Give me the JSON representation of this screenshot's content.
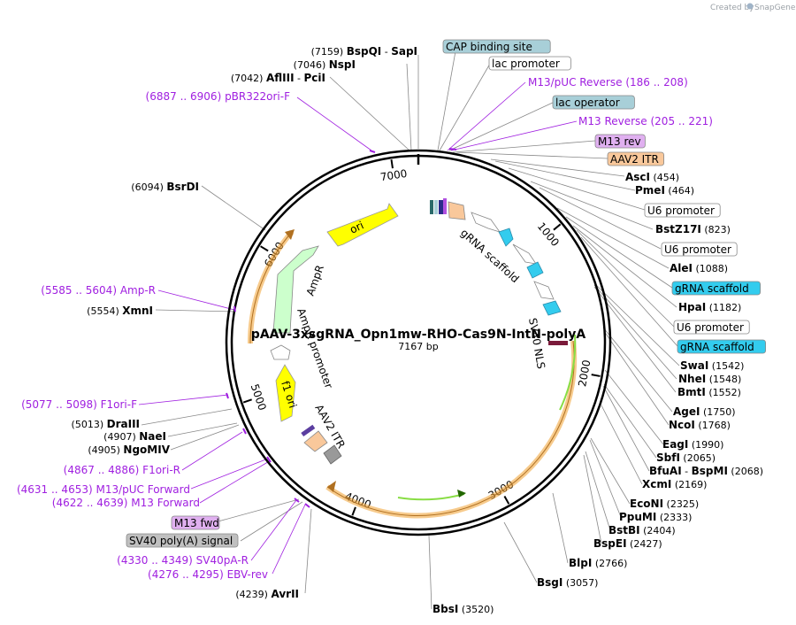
{
  "header": {
    "created_by": "Created by",
    "brand": "SnapGene"
  },
  "plasmid": {
    "name": "pAAV-3xsgRNA_Opn1mw-RHO-Cas9N-IntN-polyA",
    "length": "7167 bp"
  },
  "ticks": [
    "1000",
    "2000",
    "3000",
    "4000",
    "5000",
    "6000",
    "7000"
  ],
  "left_labels": [
    {
      "pos": "(7159)",
      "name": "BspQI",
      "sep": "-",
      "name2": "SapI"
    },
    {
      "pos": "(7046)",
      "name": "NspI"
    },
    {
      "pos": "(7042)",
      "name": "AflIII",
      "sep": "-",
      "name2": "PciI"
    },
    {
      "pos": "(6887 .. 6906)",
      "name": "pBR322ori-F",
      "primer": true
    },
    {
      "pos": "(6094)",
      "name": "BsrDI"
    },
    {
      "pos": "(5585 .. 5604)",
      "name": "Amp-R",
      "primer": true
    },
    {
      "pos": "(5554)",
      "name": "XmnI"
    },
    {
      "pos": "(5077 .. 5098)",
      "name": "F1ori-F",
      "primer": true
    },
    {
      "pos": "(5013)",
      "name": "DraIII"
    },
    {
      "pos": "(4907)",
      "name": "NaeI"
    },
    {
      "pos": "(4905)",
      "name": "NgoMIV"
    },
    {
      "pos": "(4867 .. 4886)",
      "name": "F1ori-R",
      "primer": true
    },
    {
      "pos": "(4631 .. 4653)",
      "name": "M13/pUC Forward",
      "primer": true
    },
    {
      "pos": "(4622 .. 4639)",
      "name": "M13 Forward",
      "primer": true
    },
    {
      "pos": "(4330 .. 4349)",
      "name": "SV40pA-R",
      "primer": true
    },
    {
      "pos": "(4276 .. 4295)",
      "name": "EBV-rev",
      "primer": true
    },
    {
      "pos": "(4239)",
      "name": "AvrII"
    }
  ],
  "left_boxes": [
    {
      "name": "M13 fwd",
      "fill": "#e0b0f0"
    },
    {
      "name": "SV40 poly(A) signal",
      "fill": "#c0c0c0"
    }
  ],
  "right_labels": [
    {
      "name": "CAP binding site",
      "box": "#a8cfd8"
    },
    {
      "name": "lac promoter",
      "box": "#ffffff"
    },
    {
      "name": "M13/pUC Reverse",
      "pos": "(186 .. 208)",
      "primer": true
    },
    {
      "name": "lac operator",
      "box": "#a8cfd8"
    },
    {
      "name": "M13 Reverse",
      "pos": "(205 .. 221)",
      "primer": true
    },
    {
      "name": "M13 rev",
      "box": "#e0b0f0"
    },
    {
      "name": "AAV2 ITR",
      "box": "#f9c89b"
    },
    {
      "name": "AscI",
      "pos": "(454)"
    },
    {
      "name": "PmeI",
      "pos": "(464)"
    },
    {
      "name": "U6 promoter",
      "box": "#ffffff"
    },
    {
      "name": "BstZ17I",
      "pos": "(823)"
    },
    {
      "name": "U6 promoter",
      "box": "#ffffff"
    },
    {
      "name": "AleI",
      "pos": "(1088)"
    },
    {
      "name": "gRNA scaffold",
      "box": "#33ccee"
    },
    {
      "name": "HpaI",
      "pos": "(1182)"
    },
    {
      "name": "U6 promoter",
      "box": "#ffffff"
    },
    {
      "name": "gRNA scaffold",
      "box": "#33ccee"
    },
    {
      "name": "SwaI",
      "pos": "(1542)"
    },
    {
      "name": "NheI",
      "pos": "(1548)"
    },
    {
      "name": "BmtI",
      "pos": "(1552)"
    },
    {
      "name": "AgeI",
      "pos": "(1750)"
    },
    {
      "name": "NcoI",
      "pos": "(1768)"
    },
    {
      "name": "EagI",
      "pos": "(1990)"
    },
    {
      "name": "SbfI",
      "pos": "(2065)"
    },
    {
      "name": "BfuAI",
      "sep": "-",
      "name2": "BspMI",
      "pos": "(2068)"
    },
    {
      "name": "XcmI",
      "pos": "(2169)"
    },
    {
      "name": "EcoNI",
      "pos": "(2325)"
    },
    {
      "name": "PpuMI",
      "pos": "(2333)"
    },
    {
      "name": "BstBI",
      "pos": "(2404)"
    },
    {
      "name": "BspEI",
      "pos": "(2427)"
    },
    {
      "name": "BlpI",
      "pos": "(2766)"
    },
    {
      "name": "BsgI",
      "pos": "(3057)"
    },
    {
      "name": "BbsI",
      "pos": "(3520)"
    }
  ],
  "features": {
    "ori": "ori",
    "ampr": "AmpR",
    "amp_promoter": "AmpR promoter",
    "f1_ori": "f1 ori",
    "aav2_itr": "AAV2 ITR",
    "grna_scaffold": "gRNA scaffold",
    "sv40_nls": "SV40 NLS"
  },
  "colors": {
    "primer": "#a020e0",
    "ori": "#ffff00",
    "ampr": "#ccffcc",
    "itr": "#f9c89b",
    "grna": "#33ccee",
    "cds_outline": "#f0a030",
    "cds_green": "#88dd44"
  }
}
